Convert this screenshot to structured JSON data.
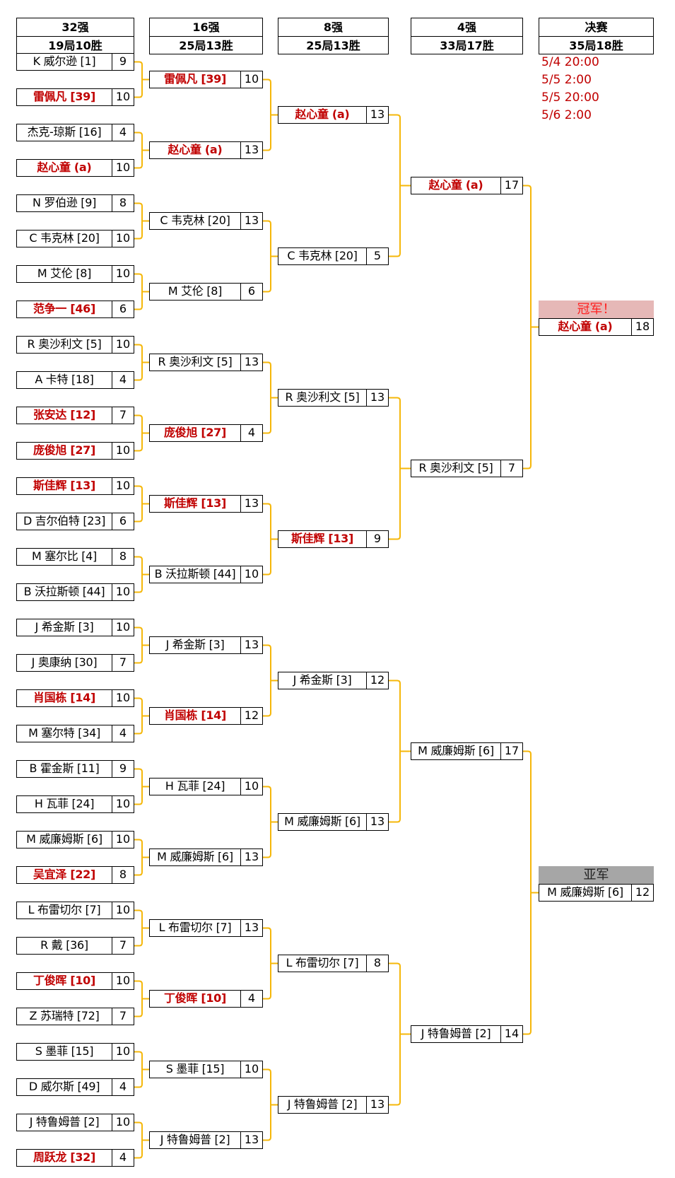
{
  "colors": {
    "connector": "#f5b70a",
    "highlight": "#c00000",
    "champion_bg": "#e6b8b7",
    "runner_bg": "#a6a6a6"
  },
  "rounds": [
    {
      "title": "32强",
      "subtitle": "19局10胜",
      "entries": [
        {
          "name": "K 威尔逊 [1]",
          "score": "9",
          "red": false
        },
        {
          "name": "雷佩凡 [39]",
          "score": "10",
          "red": true
        },
        {
          "name": "杰克-琼斯 [16]",
          "score": "4",
          "red": false
        },
        {
          "name": "赵心童 (a)",
          "score": "10",
          "red": true
        },
        {
          "name": "N 罗伯逊 [9]",
          "score": "8",
          "red": false
        },
        {
          "name": "C 韦克林 [20]",
          "score": "10",
          "red": false
        },
        {
          "name": "M 艾伦 [8]",
          "score": "10",
          "red": false
        },
        {
          "name": "范争一 [46]",
          "score": "6",
          "red": true
        },
        {
          "name": "R 奥沙利文 [5]",
          "score": "10",
          "red": false
        },
        {
          "name": "A 卡特 [18]",
          "score": "4",
          "red": false
        },
        {
          "name": "张安达 [12]",
          "score": "7",
          "red": true
        },
        {
          "name": "庞俊旭 [27]",
          "score": "10",
          "red": true
        },
        {
          "name": "斯佳辉 [13]",
          "score": "10",
          "red": true
        },
        {
          "name": "D 吉尔伯特 [23]",
          "score": "6",
          "red": false
        },
        {
          "name": "M 塞尔比 [4]",
          "score": "8",
          "red": false
        },
        {
          "name": "B 沃拉斯顿 [44]",
          "score": "10",
          "red": false
        },
        {
          "name": "J 希金斯 [3]",
          "score": "10",
          "red": false
        },
        {
          "name": "J 奥康纳 [30]",
          "score": "7",
          "red": false
        },
        {
          "name": "肖国栋 [14]",
          "score": "10",
          "red": true
        },
        {
          "name": "M 塞尔特 [34]",
          "score": "4",
          "red": false
        },
        {
          "name": "B 霍金斯 [11]",
          "score": "9",
          "red": false
        },
        {
          "name": "H 瓦菲 [24]",
          "score": "10",
          "red": false
        },
        {
          "name": "M 威廉姆斯 [6]",
          "score": "10",
          "red": false
        },
        {
          "name": "吴宜泽 [22]",
          "score": "8",
          "red": true
        },
        {
          "name": "L 布雷切尔 [7]",
          "score": "10",
          "red": false
        },
        {
          "name": "R 戴 [36]",
          "score": "7",
          "red": false
        },
        {
          "name": "丁俊晖 [10]",
          "score": "10",
          "red": true
        },
        {
          "name": "Z 苏瑞特 [72]",
          "score": "7",
          "red": false
        },
        {
          "name": "S 墨菲 [15]",
          "score": "10",
          "red": false
        },
        {
          "name": "D 威尔斯 [49]",
          "score": "4",
          "red": false
        },
        {
          "name": "J 特鲁姆普 [2]",
          "score": "10",
          "red": false
        },
        {
          "name": "周跃龙 [32]",
          "score": "4",
          "red": true
        }
      ]
    },
    {
      "title": "16强",
      "subtitle": "25局13胜",
      "entries": [
        {
          "name": "雷佩凡 [39]",
          "score": "10",
          "red": true
        },
        {
          "name": "赵心童 (a)",
          "score": "13",
          "red": true
        },
        {
          "name": "C 韦克林 [20]",
          "score": "13",
          "red": false
        },
        {
          "name": "M 艾伦 [8]",
          "score": "6",
          "red": false
        },
        {
          "name": "R 奥沙利文 [5]",
          "score": "13",
          "red": false
        },
        {
          "name": "庞俊旭 [27]",
          "score": "4",
          "red": true
        },
        {
          "name": "斯佳辉 [13]",
          "score": "13",
          "red": true
        },
        {
          "name": "B 沃拉斯顿 [44]",
          "score": "10",
          "red": false
        },
        {
          "name": "J 希金斯 [3]",
          "score": "13",
          "red": false
        },
        {
          "name": "肖国栋 [14]",
          "score": "12",
          "red": true
        },
        {
          "name": "H 瓦菲 [24]",
          "score": "10",
          "red": false
        },
        {
          "name": "M 威廉姆斯 [6]",
          "score": "13",
          "red": false
        },
        {
          "name": "L 布雷切尔 [7]",
          "score": "13",
          "red": false
        },
        {
          "name": "丁俊晖 [10]",
          "score": "4",
          "red": true
        },
        {
          "name": "S 墨菲 [15]",
          "score": "10",
          "red": false
        },
        {
          "name": "J 特鲁姆普 [2]",
          "score": "13",
          "red": false
        }
      ]
    },
    {
      "title": "8强",
      "subtitle": "25局13胜",
      "entries": [
        {
          "name": "赵心童 (a)",
          "score": "13",
          "red": true
        },
        {
          "name": "C 韦克林 [20]",
          "score": "5",
          "red": false
        },
        {
          "name": "R 奥沙利文 [5]",
          "score": "13",
          "red": false
        },
        {
          "name": "斯佳辉 [13]",
          "score": "9",
          "red": true
        },
        {
          "name": "J 希金斯 [3]",
          "score": "12",
          "red": false
        },
        {
          "name": "M 威廉姆斯 [6]",
          "score": "13",
          "red": false
        },
        {
          "name": "L 布雷切尔 [7]",
          "score": "8",
          "red": false
        },
        {
          "name": "J 特鲁姆普 [2]",
          "score": "13",
          "red": false
        }
      ]
    },
    {
      "title": "4强",
      "subtitle": "33局17胜",
      "entries": [
        {
          "name": "赵心童 (a)",
          "score": "17",
          "red": true
        },
        {
          "name": "R 奥沙利文 [5]",
          "score": "7",
          "red": false
        },
        {
          "name": "M 威廉姆斯 [6]",
          "score": "17",
          "red": false
        },
        {
          "name": "J 特鲁姆普 [2]",
          "score": "14",
          "red": false
        }
      ]
    },
    {
      "title": "决赛",
      "subtitle": "35局18胜",
      "entries": [
        {
          "name": "赵心童 (a)",
          "score": "18",
          "red": true
        },
        {
          "name": "M 威廉姆斯 [6]",
          "score": "12",
          "red": false
        }
      ]
    }
  ],
  "final_schedule": [
    "5/4 20:00",
    "5/5 2:00",
    "5/5 20:00",
    "5/6 2:00"
  ],
  "champion_label": "冠军！",
  "runner_up_label": "亚军"
}
